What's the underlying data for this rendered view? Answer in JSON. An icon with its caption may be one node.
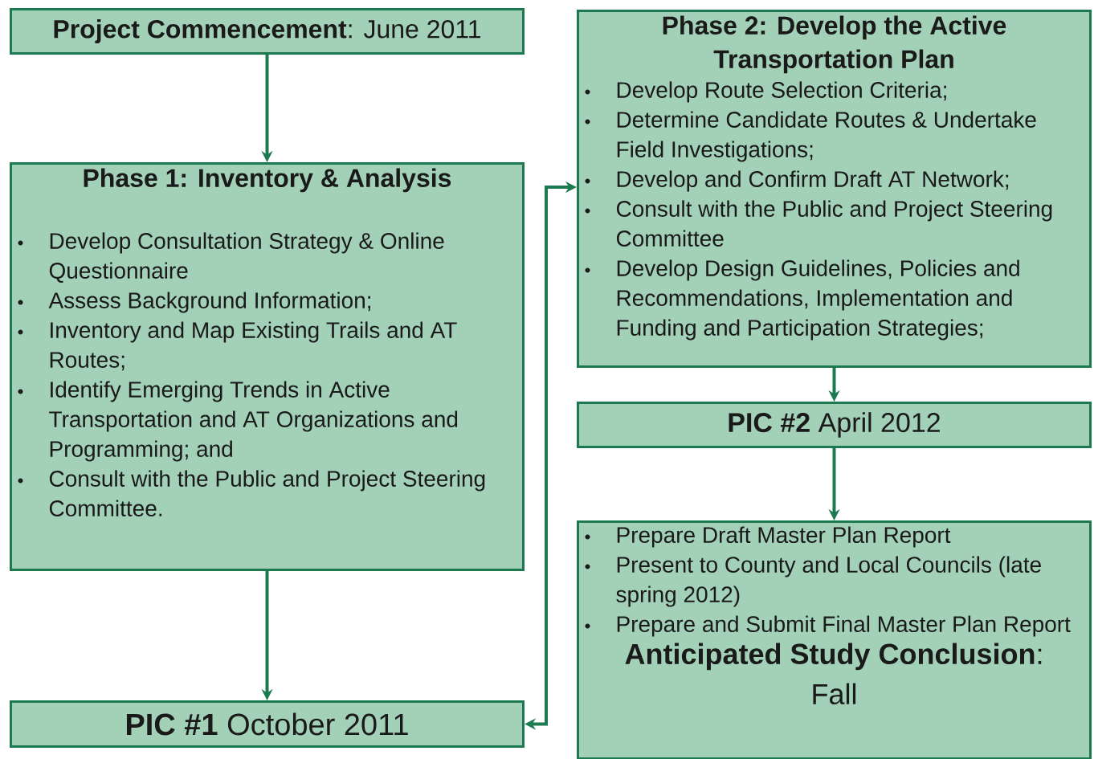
{
  "diagram": {
    "nodes": [
      {
        "text": [
          "**Project Commencement**: June 2011"
        ]
      },
      {
        "text": [
          "Phase 1: Inventory & Analysis",
          "Develop Consultation Strategy & Online Questionnaire",
          "Assess Background Information;",
          "Inventory and Map Existing Trails and AT Routes;",
          "Identify Emerging Trends in Active Transportation and AT Organizations and Programming; and",
          "Consult with the Public and Project Steering Committee."
        ]
      },
      {
        "text": [
          "**PIC #1** October 2011"
        ]
      },
      {
        "text": [
          "Phase 2: Develop the Active Transportation Plan",
          "Develop Route Selection Criteria;",
          "Determine Candidate Routes & Undertake Field Investigations;",
          "Develop and Confirm Draft AT Network;",
          "Consult with the Public and Project Steering Committee",
          "Develop Design Guidelines, Policies and Recommendations, Implementation and Funding and Participation Strategies;"
        ]
      },
      {
        "text": [
          "**PIC #2** April 2012"
        ]
      },
      {
        "text": [
          "Prepare Draft Master Plan Report",
          "Present to County and Local Councils (late spring 2012)",
          "Prepare and Submit Final Master Plan Report",
          "**Anticipated Study Conclusion**: Fall"
        ]
      }
    ],
    "edges": [
      {
        "from": 0,
        "to": 1,
        "arrow": "to"
      },
      {
        "from": 1,
        "to": 2,
        "arrow": "to"
      },
      {
        "from": 2,
        "to": 3,
        "arrow": "both"
      },
      {
        "from": 3,
        "to": 4,
        "arrow": "to"
      },
      {
        "from": 4,
        "to": 5,
        "arrow": "to"
      }
    ]
  }
}
